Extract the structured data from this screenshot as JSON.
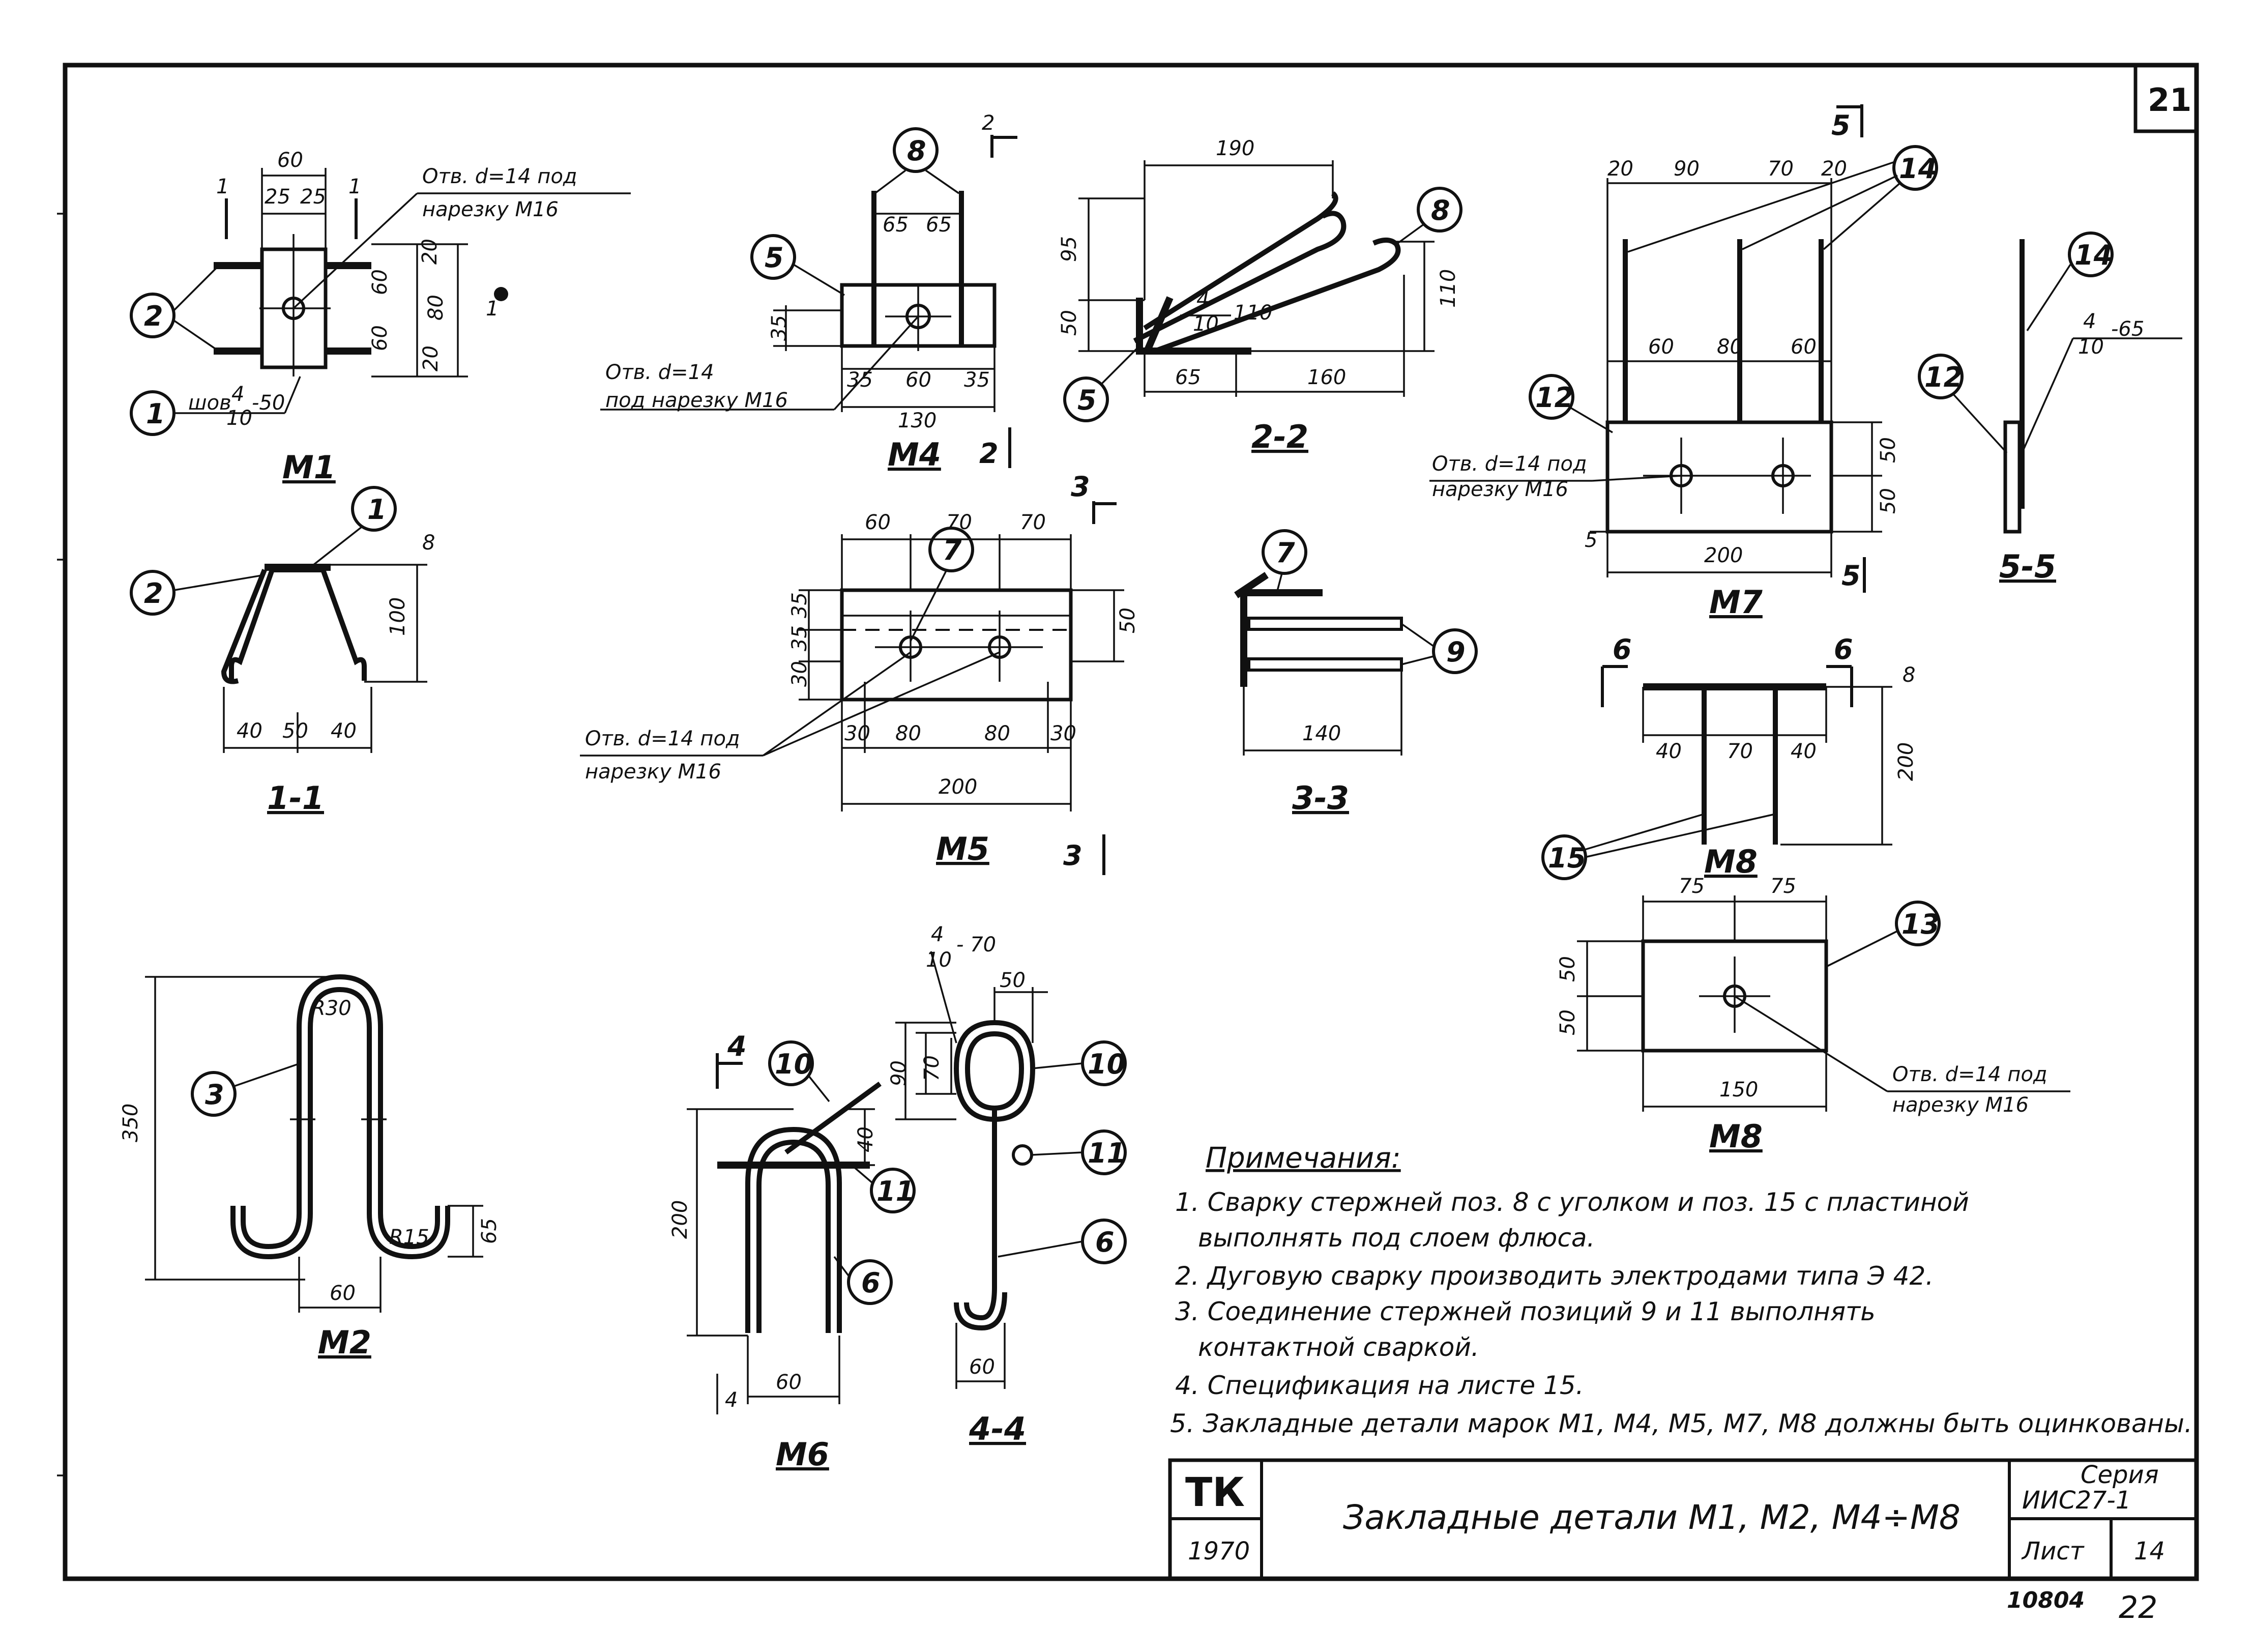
{
  "sheet": {
    "corner_number": "21",
    "stamp_code": "10804",
    "page_number": "22"
  },
  "views": {
    "m1": {
      "label": "М1",
      "note_hole": "Отв. d=14 под",
      "note_thread": "нарезку М16",
      "weld": "шов",
      "weld_frac_top": "4",
      "weld_frac_bot": "10",
      "weld_len": "-50",
      "section_mark": "1",
      "dims": [
        "60",
        "25",
        "25",
        "20",
        "60",
        "80",
        "60",
        "20"
      ]
    },
    "s11": {
      "label": "1-1",
      "dims": [
        "40",
        "50",
        "40",
        "100",
        "8"
      ]
    },
    "m4": {
      "label": "М4",
      "note_hole": "Отв. d=14",
      "note_thread": "под нарезку М16",
      "section_mark": "2",
      "dims": [
        "65",
        "65",
        "35",
        "35",
        "60",
        "35",
        "130"
      ]
    },
    "s22": {
      "label": "2-2",
      "dims": [
        "190",
        "95",
        "50",
        "110",
        "65",
        "160"
      ],
      "weld_frac_top": "4",
      "weld_frac_bot": "10",
      "weld_len": "110"
    },
    "m5": {
      "label": "М5",
      "note_hole": "Отв. d=14 под",
      "note_thread": "нарезку М16",
      "section_mark": "3",
      "dims_top": [
        "60",
        "70",
        "70"
      ],
      "dims_side": [
        "35",
        "35",
        "30",
        "50"
      ],
      "dims_bottom": [
        "30",
        "80",
        "80",
        "30"
      ],
      "total": "200"
    },
    "s33": {
      "label": "3-3",
      "dims": [
        "140"
      ]
    },
    "m7": {
      "label": "М7",
      "note_hole": "Отв. d=14 под",
      "note_thread": "нарезку М16",
      "section_mark": "5",
      "dims_top": [
        "20",
        "90",
        "70",
        "20"
      ],
      "dims_mid": [
        "60",
        "80",
        "60"
      ],
      "dims_side": [
        "50",
        "50"
      ],
      "dims_small": "5",
      "total": "200"
    },
    "s55": {
      "label": "5-5",
      "weld_frac_top": "4",
      "weld_frac_bot": "10",
      "weld_len": "-65"
    },
    "m8a": {
      "label": "М8",
      "section_mark": "6",
      "dims": [
        "40",
        "70",
        "40",
        "200",
        "8"
      ]
    },
    "m8b": {
      "label": "М8",
      "note_hole": "Отв. d=14 под",
      "note_thread": "нарезку М16",
      "dims": [
        "75",
        "75",
        "50",
        "50",
        "150"
      ]
    },
    "m2": {
      "label": "М2",
      "dims": [
        "350",
        "R30",
        "R15",
        "65",
        "60"
      ]
    },
    "m6": {
      "label": "М6",
      "section_mark": "4",
      "dims": [
        "40",
        "200",
        "60",
        "4"
      ]
    },
    "s44": {
      "label": "4-4",
      "weld_frac_top": "4",
      "weld_frac_bot": "10",
      "weld_len": "- 70",
      "dims": [
        "50",
        "90",
        "70",
        "60"
      ]
    }
  },
  "positions": [
    "1",
    "2",
    "3",
    "5",
    "6",
    "7",
    "8",
    "9",
    "10",
    "11",
    "12",
    "13",
    "14",
    "15"
  ],
  "notes": {
    "heading": "Примечания:",
    "items": [
      "1. Сварку стержней поз. 8 с уголком и поз. 15 с пластиной",
      "выполнять под слоем флюса.",
      "2. Дуговую сварку производить электродами типа Э 42.",
      "3. Соединение стержней позиций 9 и 11 выполнять",
      "контактной сваркой.",
      "4. Спецификация на листе 15.",
      "5. Закладные детали марок М1, М4, М5, М7, М8 должны быть оцинкованы."
    ]
  },
  "title_block": {
    "org": "ТК",
    "year": "1970",
    "title": "Закладные детали М1, М2, М4÷М8",
    "series_label": "Серия",
    "series_value": "ИИС27-1",
    "sheet_label": "Лист",
    "sheet_value": "14"
  }
}
